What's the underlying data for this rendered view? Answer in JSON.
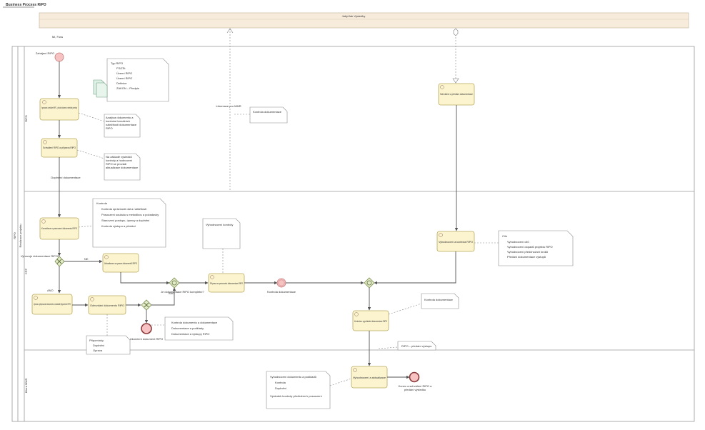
{
  "diagram": {
    "title": "Business Process RiPO",
    "banner_label": "Jaký/Jak Výsledky",
    "banner_sub": "Mi, Fuss",
    "lanes": {
      "pool": "RiPO",
      "group": "Realizace projektu",
      "ripo": "RiPO",
      "cpp": "CPP",
      "mmr": "Klient MMR"
    },
    "events": {
      "start": "Zahájení RiPO",
      "end_doc": "Ukončení dokument RiPO",
      "intermediate": "Kontrola dokumentace",
      "end_final": "Konec a schválení RiPO a předání výsledku"
    },
    "tasks": {
      "t1": "Vypracování a předložení RiPO – průvodní dokument a technické podmínky",
      "t2": "Schválení RiPO a příprava RiPO",
      "t3": "Konzultace a posouzení dokumentu RiPO",
      "t4": "Aktualizace a oprava dokumentů RiPO",
      "t5": "Odevzdání dokumentu RiPO",
      "t6": "Úprava a přepracování dokumentu na základě připomínek RiPO",
      "t7": "Vyhodnocení a kontrola RiPO",
      "t8": "Příprava a zpracování dokumentace RiPO",
      "t9": "Kontrola a vypořádání dokumentace RiPO",
      "t10": "Schválení a předání dokumentace",
      "t11": "Vyhodnocení a aktualizace"
    },
    "notes": {
      "n_types": [
        "Typ RiPO",
        "FS/ZSt",
        "Území RiPO",
        "Území RiPO",
        "Definice",
        "ZAKON – Předpis"
      ],
      "n_ana": "Analýza dokumentu a kontrola formálních náležitostí dokumentace RiPO",
      "n_ana2": "Na základě výsledků kontroly a hodnocení RiPO se provádí aktualizace dokumentace",
      "n_bullets": [
        "Kontrola",
        "Kontrola správnosti dat a náležitostí",
        "Posouzení souladu s metodikou a požadavky",
        "Stanovení postupu, úpravy a doplnění",
        "Kontrola výstupu a předání"
      ],
      "n_mid": "Vyhodnocení kontroly",
      "n_right": [
        "Cíle",
        "Vyhodnocení cílů",
        "Vyhodnocení dopadů projektu RiPO",
        "Vyhodnocení předchozích kroků",
        "Předání dokumentace výstupů"
      ],
      "n_small": [
        "Připomínky",
        "Doplnění",
        "Oprava"
      ],
      "n_low": [
        "Kontrola dokumentu a dokumentace",
        "Dokumentace a podklady",
        "Dokumentace a výstupy RiPO"
      ],
      "n_bottom": [
        "Vyhodnocení dokumentu a podkladů",
        "Kontrola",
        "Doplnění",
        "Výsledek kontroly předložen k posouzení"
      ],
      "n_info": "Informace pro MMR",
      "n_x": "Kontrola dokumentace",
      "n_bottom2": "RiPO – předání výstupu"
    },
    "labels": {
      "gw1": "Vyhovuje dokumentace RiPO?",
      "ano": "ANO",
      "ne": "NE",
      "gw2": "Je dokumentace RiPO kompletní?",
      "yes2": "ANO",
      "mid_lbl": "Doplnění dokumentace"
    }
  }
}
